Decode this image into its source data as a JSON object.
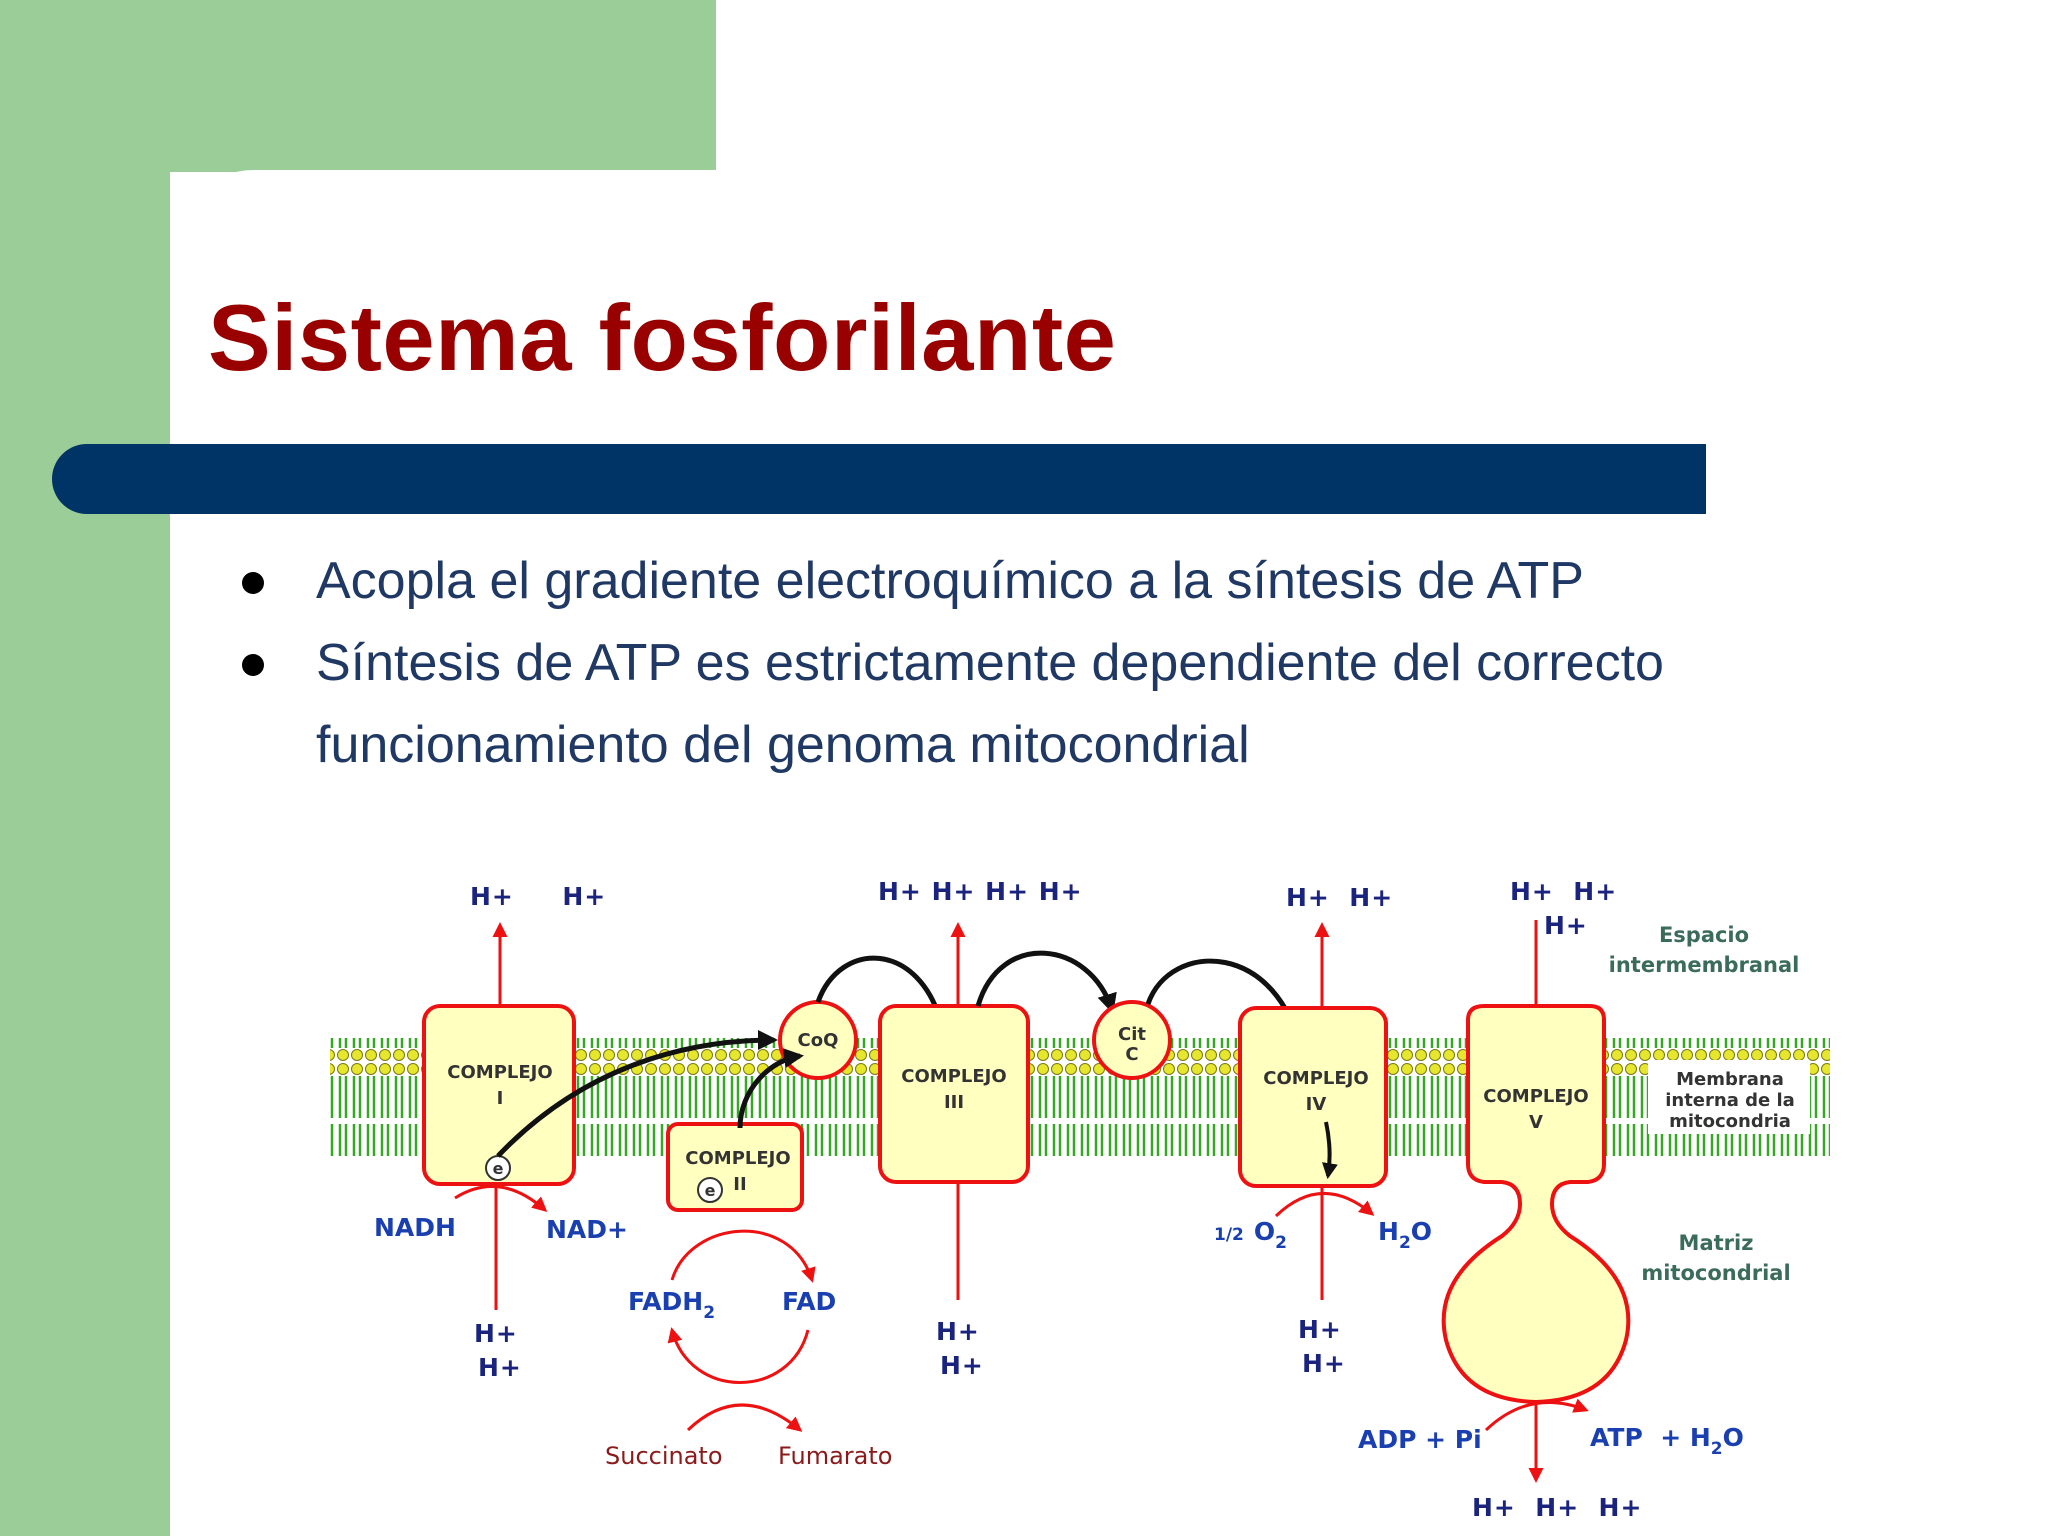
{
  "slide": {
    "title": "Sistema fosforilante",
    "bullets": [
      "Acopla el gradiente electroquímico a la síntesis de ATP",
      "Síntesis de ATP es estrictamente dependiente del correcto funcionamiento del genoma mitocondrial"
    ]
  },
  "diagram": {
    "complex_word": "COMPLEJO",
    "complex_numerals": [
      "I",
      "II",
      "III",
      "IV",
      "V"
    ],
    "coq": "CoQ",
    "cit_line1": "Cit",
    "cit_line2": "C",
    "electron": "e",
    "proton": "H+",
    "proton_rows": {
      "c1_top": "H+     H+",
      "c3_top": "H+ H+ H+ H+",
      "c4_top": "H+  H+",
      "c5_top1": "H+  H+",
      "c5_top2": "H+",
      "c5_bottom": "H+  H+  H+"
    },
    "nadh": "NADH",
    "nad": "NAD+",
    "fadh2_base": "FADH",
    "fadh2_sub": "2",
    "fad": "FAD",
    "succinato": "Succinato",
    "fumarato": "Fumarato",
    "o2_coef": "1/2",
    "o2_base": "O",
    "o2_sub": "2",
    "h2o_base1": "H",
    "h2o_sub": "2",
    "h2o_base2": "O",
    "adp": "ADP + Pi",
    "atp": "ATP  + H",
    "atp_sub": "2",
    "atp_end": "O",
    "espacio_line1": "Espacio",
    "espacio_line2": "intermembranal",
    "membrana_line1": "Membrana",
    "membrana_line2": "interna de la",
    "membrana_line3": "mitocondria",
    "matriz_line1": "Matriz",
    "matriz_line2": "mitocondrial"
  },
  "colors": {
    "title": "#990000",
    "rule": "#003366",
    "sidebar": "#9bcd98",
    "complex_fill": "#ffffc0",
    "complex_stroke": "#ee1111",
    "membrane_green": "#33aa22",
    "membrane_yellow": "#e6e62e"
  }
}
